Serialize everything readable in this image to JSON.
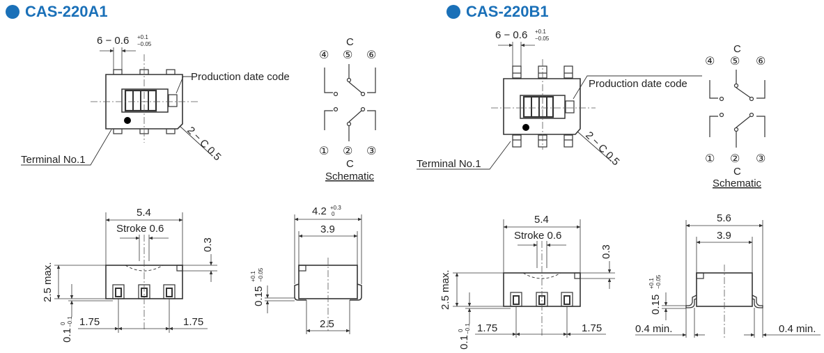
{
  "colors": {
    "accent": "#1a70b8",
    "line": "#333333",
    "light": "#999999"
  },
  "left": {
    "title": "CAS-220A1",
    "pitch_dim": "6 − 0.6",
    "pitch_sup": "+0.1",
    "pitch_sub": "−0.05",
    "date_code": "Production date code",
    "terminal": "Terminal No.1",
    "chamfer": "2 − C 0.5",
    "schematic": "Schematic",
    "pins_top": [
      "④",
      "⑤",
      "⑥"
    ],
    "pins_bottom": [
      "①",
      "②",
      "③"
    ],
    "common": "C",
    "width": "5.4",
    "stroke": "Stroke 0.6",
    "height": "2.5 max.",
    "top_dim": "0.3",
    "bottom_dim": "0.1",
    "bottom_sup": "0",
    "bottom_sub": "−0.1",
    "pitch_left": "1.75",
    "pitch_right": "1.75",
    "side_width": "4.2",
    "side_sup": "+0.3",
    "side_sub": "0",
    "side_inner": "3.9",
    "side_thick": "0.15",
    "side_thick_sup": "+0.1",
    "side_thick_sub": "−0.05",
    "side_foot": "2.5"
  },
  "right": {
    "title": "CAS-220B1",
    "pitch_dim": "6 − 0.6",
    "pitch_sup": "+0.1",
    "pitch_sub": "−0.05",
    "date_code": "Production date code",
    "terminal": "Terminal No.1",
    "chamfer": "2 − C 0.5",
    "schematic": "Schematic",
    "pins_top": [
      "④",
      "⑤",
      "⑥"
    ],
    "pins_bottom": [
      "①",
      "②",
      "③"
    ],
    "common": "C",
    "width": "5.4",
    "stroke": "Stroke 0.6",
    "height": "2.5 max.",
    "top_dim": "0.3",
    "bottom_dim": "0.1",
    "bottom_sup": "0",
    "bottom_sub": "−0.1",
    "pitch_left": "1.75",
    "pitch_right": "1.75",
    "side_width": "5.6",
    "side_inner": "3.9",
    "side_thick": "0.15",
    "side_thick_sup": "+0.1",
    "side_thick_sub": "−0.05",
    "min_left": "0.4 min.",
    "min_right": "0.4 min."
  }
}
